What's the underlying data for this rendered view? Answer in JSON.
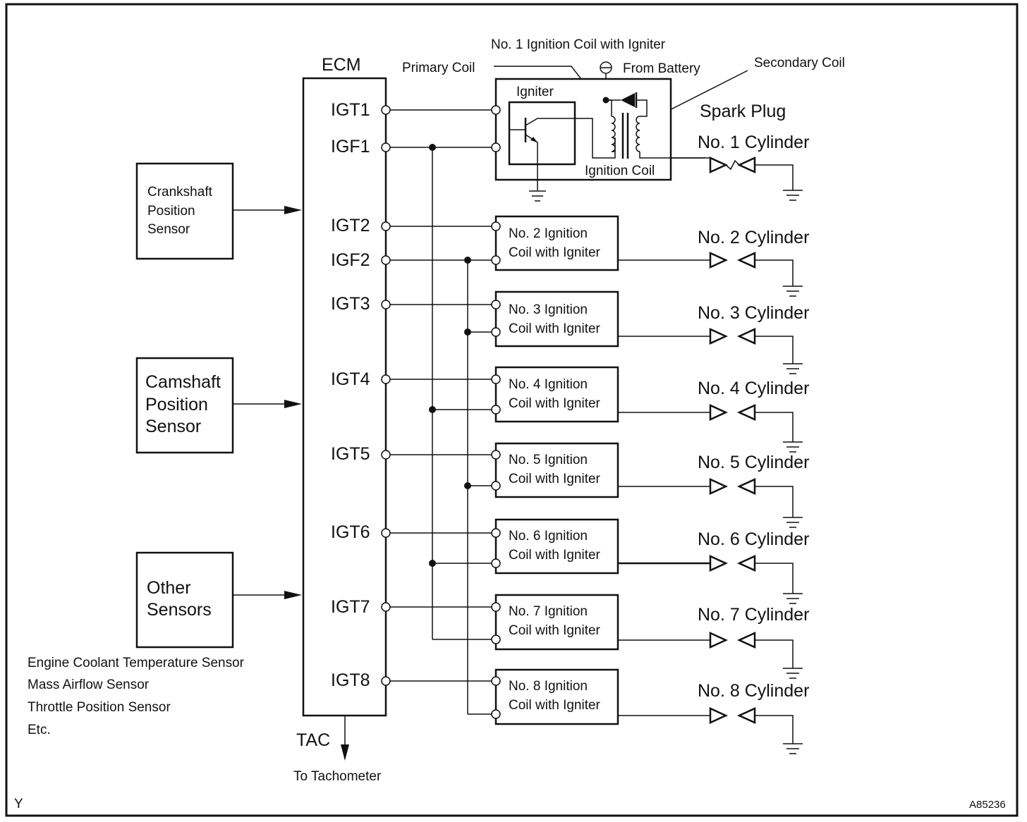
{
  "ecm": {
    "title": "ECM",
    "terminals": [
      "IGT1",
      "IGF1",
      "IGT2",
      "IGF2",
      "IGT3",
      "IGT4",
      "IGT5",
      "IGT6",
      "IGT7",
      "IGT8"
    ],
    "tac_label": "TAC",
    "tac_destination": "To Tachometer"
  },
  "sensors": {
    "crankshaft": [
      "Crankshaft",
      "Position",
      "Sensor"
    ],
    "camshaft": [
      "Camshaft",
      "Position",
      "Sensor"
    ],
    "other": [
      "Other",
      "Sensors"
    ],
    "other_list": [
      "Engine Coolant Temperature Sensor",
      "Mass Airflow Sensor",
      "Throttle Position Sensor",
      "Etc."
    ]
  },
  "coil1": {
    "title": "No. 1 Ignition Coil with Igniter",
    "primary_coil": "Primary Coil",
    "secondary_coil": "Secondary Coil",
    "from_battery": "From Battery",
    "igniter": "Igniter",
    "ignition_coil": "Ignition Coil"
  },
  "coils": [
    {
      "line1": "No. 2 Ignition",
      "line2": "Coil with Igniter"
    },
    {
      "line1": "No. 3 Ignition",
      "line2": "Coil with Igniter"
    },
    {
      "line1": "No. 4 Ignition",
      "line2": "Coil with Igniter"
    },
    {
      "line1": "No. 5 Ignition",
      "line2": "Coil with Igniter"
    },
    {
      "line1": "No. 6 Ignition",
      "line2": "Coil with Igniter"
    },
    {
      "line1": "No. 7 Ignition",
      "line2": "Coil with Igniter"
    },
    {
      "line1": "No. 8 Ignition",
      "line2": "Coil with Igniter"
    }
  ],
  "spark_plug_title": "Spark Plug",
  "cylinders": [
    "No. 1 Cylinder",
    "No. 2 Cylinder",
    "No. 3 Cylinder",
    "No. 4 Cylinder",
    "No. 5 Cylinder",
    "No. 6 Cylinder",
    "No. 7 Cylinder",
    "No. 8 Cylinder"
  ],
  "corner_left": "Y",
  "corner_right": "A85236"
}
